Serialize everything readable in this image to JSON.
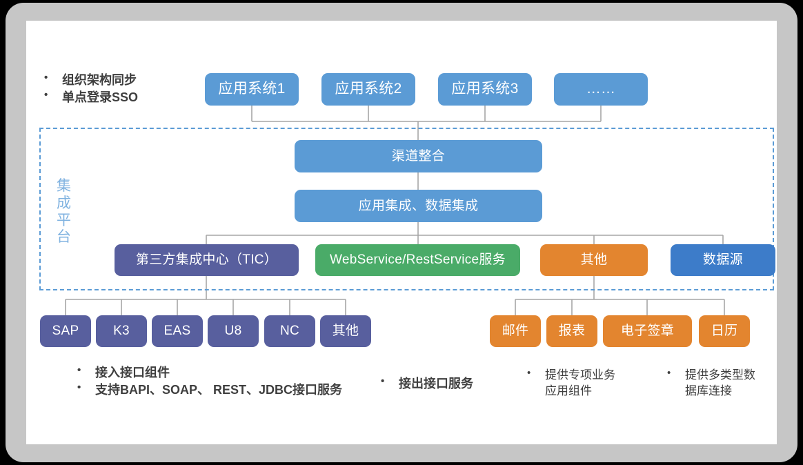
{
  "diagram": {
    "platform_label": "集成平台",
    "top_note": {
      "items": [
        "组织架构同步",
        "单点登录SSO"
      ]
    },
    "app_systems": [
      {
        "label": "应用系统1"
      },
      {
        "label": "应用系统2"
      },
      {
        "label": "应用系统3"
      },
      {
        "label": "……"
      }
    ],
    "middle_nodes": [
      {
        "label": "渠道整合"
      },
      {
        "label": "应用集成、数据集成"
      }
    ],
    "service_nodes": [
      {
        "label": "第三方集成中心（TIC）",
        "color": "#585f9e"
      },
      {
        "label": "WebService/RestService服务",
        "color": "#4aab68"
      },
      {
        "label": "其他",
        "color": "#e3852f"
      },
      {
        "label": "数据源",
        "color": "#3d7cc9"
      }
    ],
    "tic_children": [
      {
        "label": "SAP"
      },
      {
        "label": "K3"
      },
      {
        "label": "EAS"
      },
      {
        "label": "U8"
      },
      {
        "label": "NC"
      },
      {
        "label": "其他"
      }
    ],
    "other_children": [
      {
        "label": "邮件"
      },
      {
        "label": "报表"
      },
      {
        "label": "电子签章"
      },
      {
        "label": "日历"
      }
    ],
    "bottom_notes": [
      {
        "items": [
          "接入接口组件",
          "支持BAPI、SOAP、 REST、JDBC接口服务"
        ]
      },
      {
        "items": [
          "接出接口服务"
        ]
      },
      {
        "items": [
          "提供专项业务\n应用组件"
        ]
      },
      {
        "items": [
          "提供多类型数\n据库连接"
        ]
      }
    ],
    "colors": {
      "blue_light": "#5b9bd5",
      "blue_strong": "#3d7cc9",
      "purple": "#585f9e",
      "green": "#4aab68",
      "orange": "#e3852f",
      "wire": "#a6a6a6",
      "dashed_border": "#5b9bd5"
    }
  }
}
